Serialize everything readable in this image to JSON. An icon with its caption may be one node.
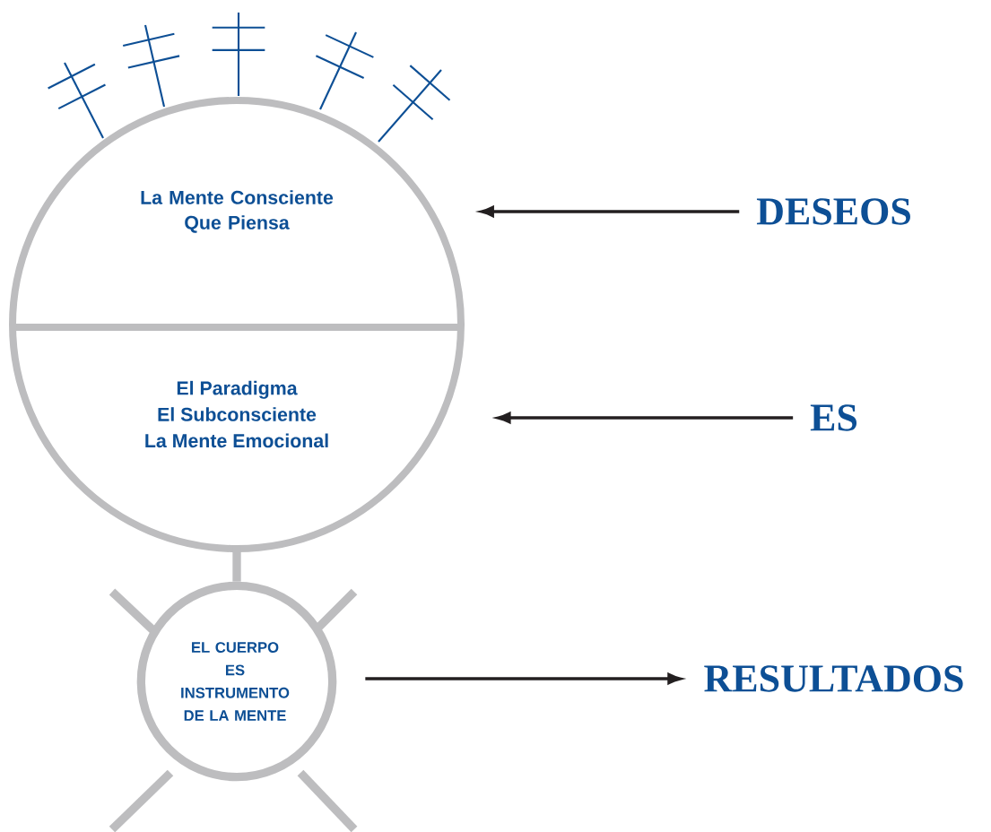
{
  "diagram": {
    "nodes": [
      {
        "text": [
          "La Mente Consciente Que Piensa"
        ]
      },
      {
        "text": [
          "El Paradigma",
          "El Subconsciente",
          "La Mente Emocional"
        ]
      },
      {
        "text": [
          "EL CUERPO ES INSTRUMENTO DE LA MENTE"
        ]
      },
      {
        "text": [
          "DESEOS"
        ]
      },
      {
        "text": [
          "ES"
        ]
      },
      {
        "text": [
          "RESULTADOS"
        ]
      }
    ],
    "edges": [
      {
        "from": 3,
        "to": 0,
        "arrow": "to"
      },
      {
        "from": 4,
        "to": 1,
        "arrow": "to"
      },
      {
        "from": 1,
        "to": 2,
        "arrow": "none",
        "style": "thick",
        "color": "#bdbdbf"
      },
      {
        "from": 2,
        "to": 5,
        "arrow": "to"
      }
    ]
  }
}
